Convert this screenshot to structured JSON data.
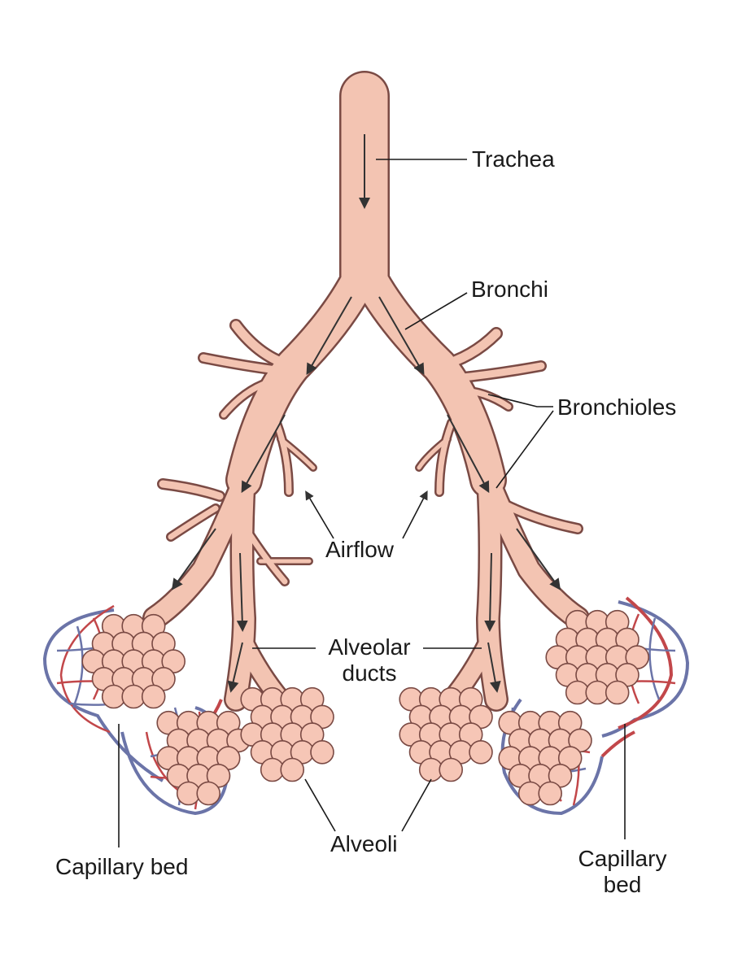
{
  "labels": {
    "trachea": "Trachea",
    "bronchi": "Bronchi",
    "bronchioles": "Bronchioles",
    "airflow": "Airflow",
    "alveolar_ducts_line1": "Alveolar",
    "alveolar_ducts_line2": "ducts",
    "alveoli": "Alveoli",
    "capillary_bed_left": "Capillary bed",
    "capillary_bed_right_line1": "Capillary",
    "capillary_bed_right_line2": "bed"
  },
  "colors": {
    "airway_fill": "#f3c4b2",
    "airway_stroke": "#7a4a44",
    "alveolus_fill": "#f6c6b6",
    "artery": "#c2474a",
    "vein": "#6b74a8",
    "leader": "#1a1a1a"
  }
}
